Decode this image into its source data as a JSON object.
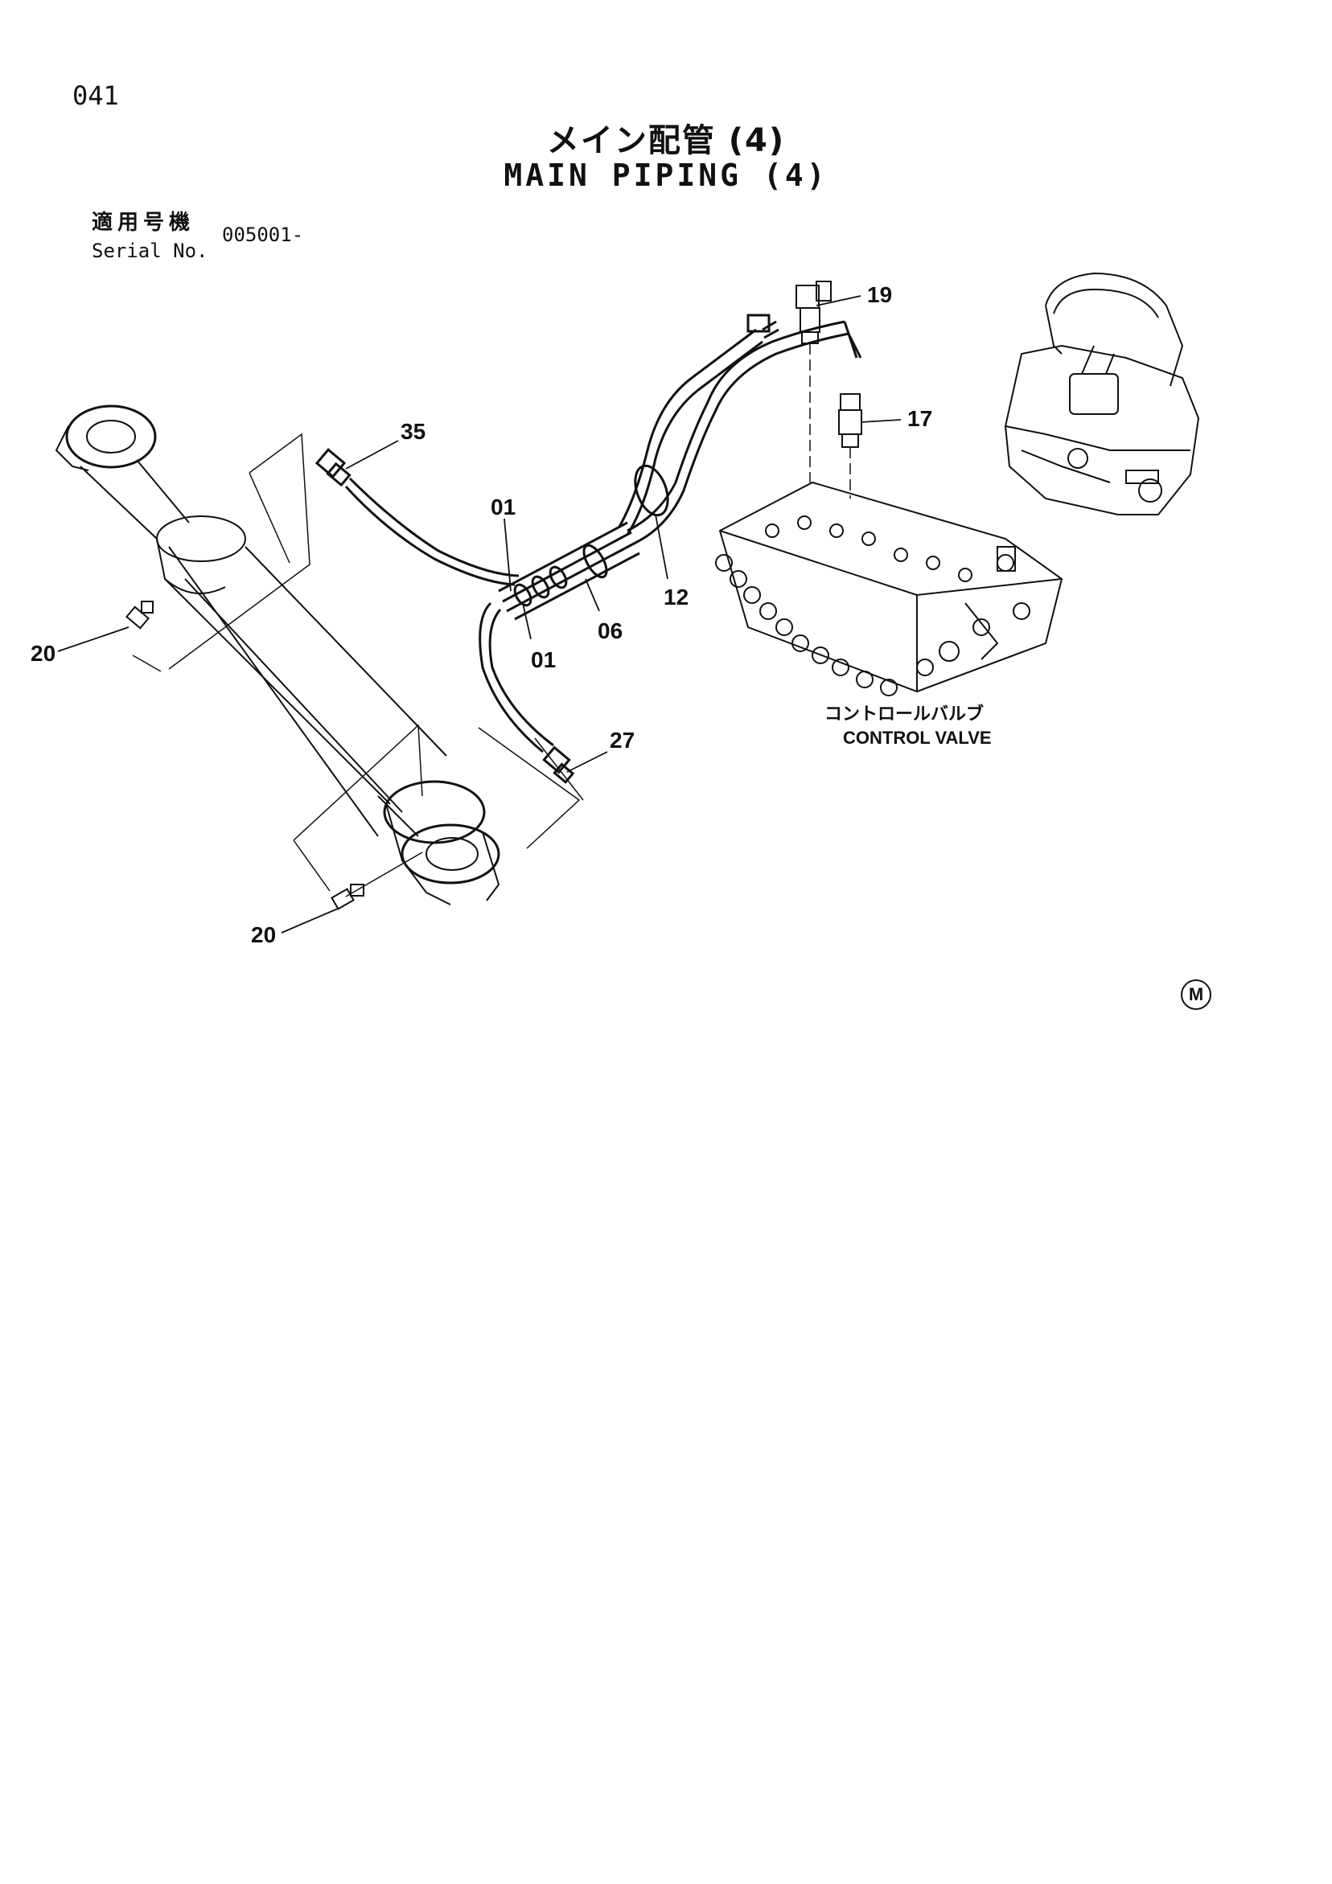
{
  "page": {
    "number": "041"
  },
  "title": {
    "jp": "メイン配管 (4)",
    "en": "MAIN PIPING (4)"
  },
  "serial": {
    "label_jp": "適用号機",
    "label_en": "Serial No.",
    "value": "005001-"
  },
  "callouts": {
    "c19": "19",
    "c17": "17",
    "c35": "35",
    "c01a": "01",
    "c01b": "01",
    "c06": "06",
    "c12": "12",
    "c27": "27",
    "c20a": "20",
    "c20b": "20"
  },
  "control_valve": {
    "label_jp": "コントロールバルブ",
    "label_en": "CONTROL VALVE"
  },
  "corner_mark": "M"
}
